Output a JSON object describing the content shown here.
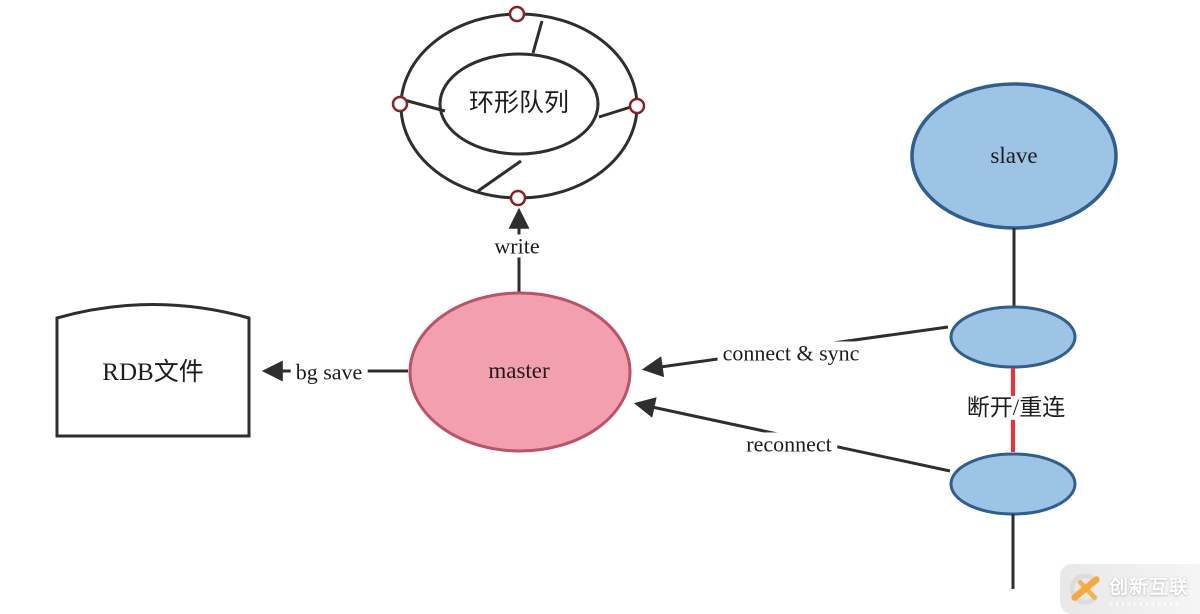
{
  "diagram": {
    "ring_queue": {
      "label": "环形队列"
    },
    "master": {
      "label": "master",
      "fill": "#F2A0AE",
      "stroke": "#BE5168"
    },
    "slave": {
      "label": "slave",
      "fill": "#9DC3E5",
      "stroke": "#2E5F8F"
    },
    "rdb_file": {
      "label": "RDB文件"
    },
    "buffers": {
      "fill": "#9DC3E5",
      "stroke": "#2E5F8F"
    },
    "edges": {
      "write": {
        "label": "write"
      },
      "bg_save": {
        "label": "bg save"
      },
      "connect_sync": {
        "label": "connect & sync"
      },
      "reconnect": {
        "label": "reconnect"
      },
      "disconnect": {
        "label": "断开/重连",
        "color": "#FF2B2B"
      }
    },
    "colors": {
      "line": "#2E2E2E",
      "shape_fill": "#FFFFFF",
      "port_stroke": "#8E1F24"
    }
  },
  "watermark": {
    "brand": "创新互联",
    "accent": "#F5A93B",
    "ring": "#DCDCDC"
  }
}
